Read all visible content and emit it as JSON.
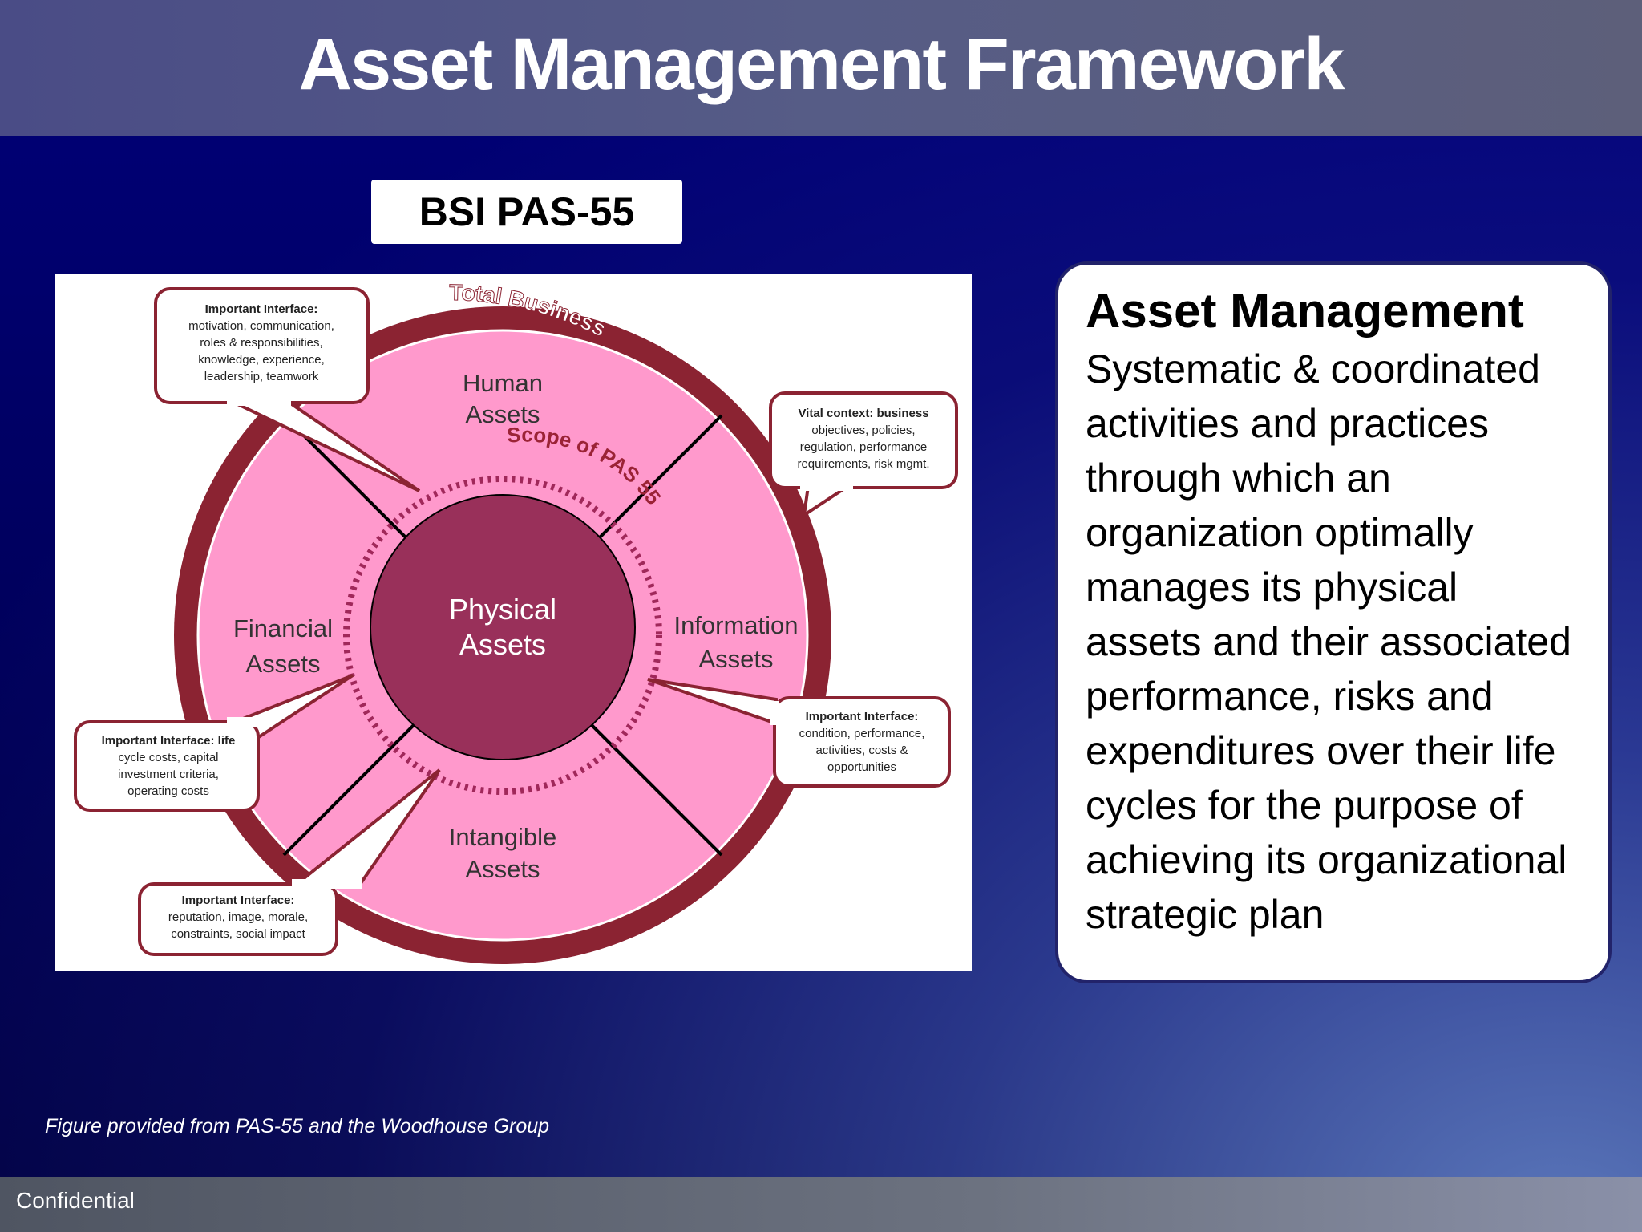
{
  "slide": {
    "title": "Asset Management Framework",
    "badge": "BSI PAS-55",
    "caption": "Figure provided from PAS-55 and the Woodhouse Group",
    "footer": "Confidential"
  },
  "diagram": {
    "outer_ring_label": "Total Business",
    "scope_label": "Scope of PAS 55",
    "center": [
      "Physical",
      "Assets"
    ],
    "segments": {
      "human": [
        "Human",
        "Assets"
      ],
      "information": [
        "Information",
        "Assets"
      ],
      "intangible": [
        "Intangible",
        "Assets"
      ],
      "financial": [
        "Financial",
        "Assets"
      ]
    },
    "callouts": {
      "top_left": [
        "Important Interface:",
        "motivation, communication,",
        "roles & responsibilities,",
        "knowledge, experience,",
        "leadership, teamwork"
      ],
      "top_right": [
        "Vital context: business",
        "objectives, policies,",
        "regulation, performance",
        "requirements, risk mgmt."
      ],
      "right": [
        "Important Interface:",
        "condition, performance,",
        "activities, costs &",
        "opportunities"
      ],
      "left": [
        "Important Interface: life",
        "cycle costs, capital",
        "investment criteria,",
        "operating costs"
      ],
      "bottom": [
        "Important Interface:",
        "reputation, image, morale,",
        "constraints, social impact"
      ]
    },
    "colors": {
      "ring": "#8b2332",
      "segment_fill": "#ff99cc",
      "center_fill": "#99305a",
      "dots": "#a0285a"
    }
  },
  "card": {
    "title": "Asset Management",
    "body": "Systematic & coordinated activities and practices through which an organization optimally manages its physical assets and their associated performance, risks and expenditures over their life cycles for the purpose of achieving its organizational strategic plan"
  }
}
